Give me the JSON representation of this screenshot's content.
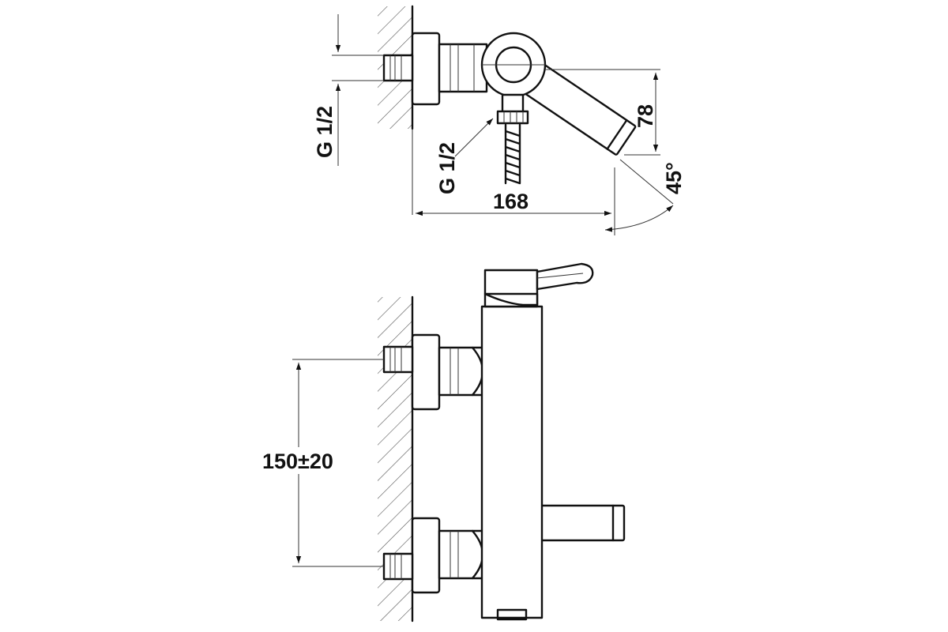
{
  "top_view": {
    "inlet_label": "G 1/2",
    "outlet_label": "G 1/2",
    "width_dimension": "168",
    "height_dimension": "78",
    "angle_dimension": "45°"
  },
  "side_view": {
    "spacing_dimension": "150±20"
  },
  "colors": {
    "line": "#111111",
    "background": "#ffffff"
  }
}
